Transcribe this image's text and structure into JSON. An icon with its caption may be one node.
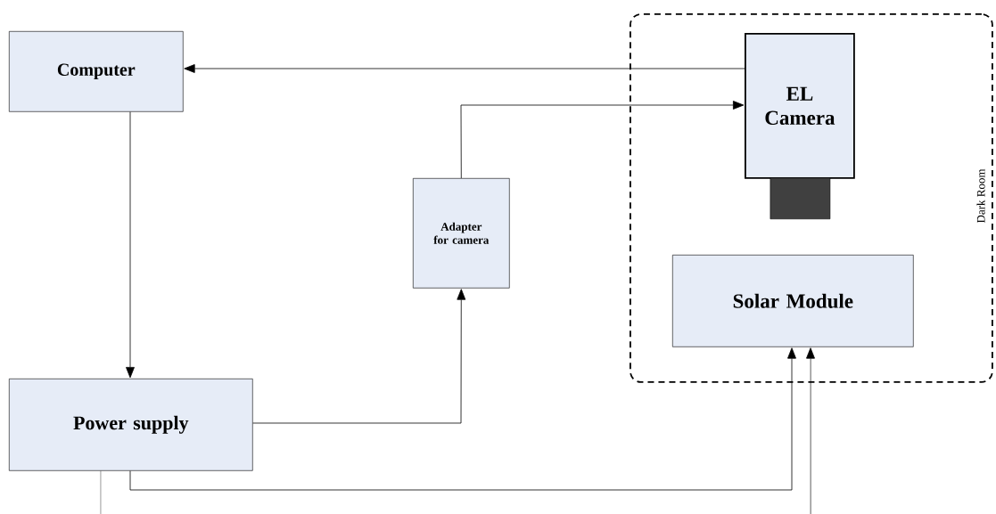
{
  "diagram": {
    "nodes": [
      {
        "text": [
          "Computer"
        ]
      },
      {
        "text": [
          "Power supply"
        ]
      },
      {
        "text": [
          "Adapter for camera"
        ]
      },
      {
        "text": [
          "Dark Room"
        ]
      },
      {
        "text": [
          "EL Camera"
        ],
        "in": 3
      },
      {
        "text": [
          "Solar Module"
        ],
        "in": 3
      }
    ],
    "edges": [
      {
        "from": 4,
        "to": 0,
        "arrow": "to"
      },
      {
        "from": 0,
        "to": 1,
        "arrow": "to"
      },
      {
        "from": 1,
        "to": 2,
        "arrow": "to"
      },
      {
        "from": 2,
        "to": 4,
        "arrow": "to"
      },
      {
        "from": 1,
        "to": 5,
        "arrow": "to"
      },
      {
        "from": 1,
        "to": null,
        "arrow": "none"
      },
      {
        "from": null,
        "to": 5,
        "arrow": "to"
      }
    ]
  }
}
